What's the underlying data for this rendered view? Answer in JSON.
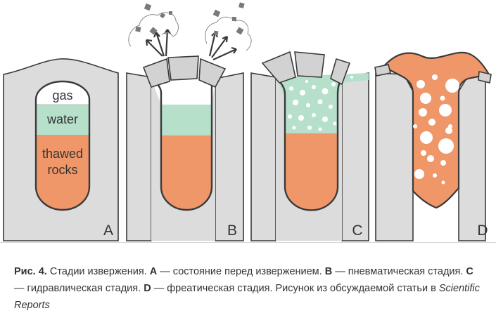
{
  "panels": [
    {
      "letter": "A",
      "labels": [
        "gas",
        "water",
        "thawed",
        "rocks"
      ]
    },
    {
      "letter": "B"
    },
    {
      "letter": "C"
    },
    {
      "letter": "D"
    }
  ],
  "caption": {
    "fig": "Рис. 4.",
    "t1": " Стадии извержения. ",
    "a": "A",
    "t2": " — состояние перед извержением. ",
    "b": "B",
    "t3": " — пневматическая стадия. ",
    "c": "C",
    "t4": " — гидравлическая стадия. ",
    "d": "D",
    "t5": " — фреатическая стадия. Рисунок из обсуждаемой статьи в ",
    "journal": "Scientific Reports"
  },
  "colors": {
    "ground": "#dcdcdc",
    "outline": "#3a3a3a",
    "gas": "#ffffff",
    "water": "#b7e0cb",
    "rock": "#f0976a",
    "lid": "#d2d2d2"
  }
}
